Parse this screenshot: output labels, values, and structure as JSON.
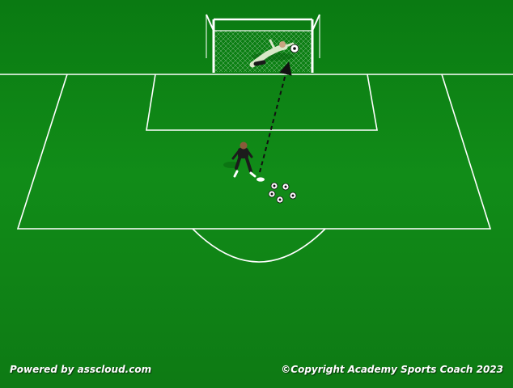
{
  "footer": {
    "powered_by": "Powered by asscloud.com",
    "copyright": "©Copyright Academy Sports Coach 2023"
  },
  "colors": {
    "pitch": "#0f8516",
    "lines": "#ffffff",
    "goalkeeper_kit": "#d9e8c8",
    "player_kit": "#1c1c1c"
  },
  "elements": {
    "goal": "goal-net",
    "goalkeeper": "diving-goalkeeper",
    "shooter": "player",
    "shot_path": "dashed-arrow",
    "balls": 6,
    "penalty_spot": "marker"
  }
}
